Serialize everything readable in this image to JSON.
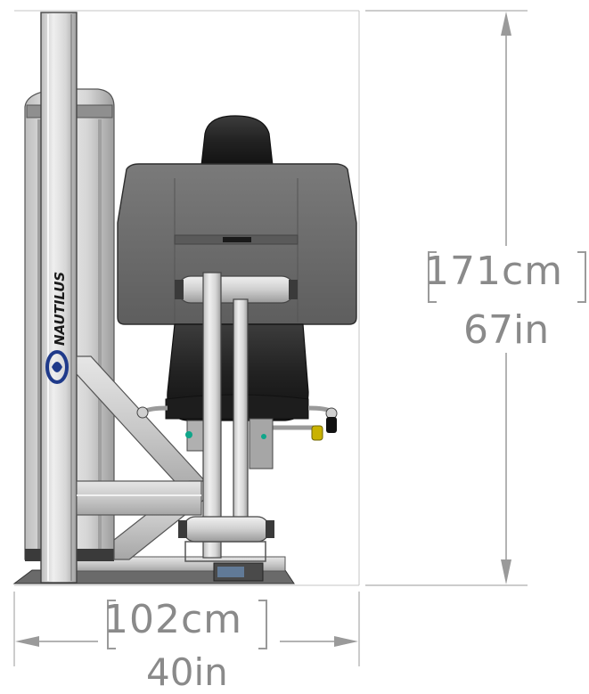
{
  "dimensions": {
    "height": {
      "metric": "171cm",
      "imperial": "67in"
    },
    "width": {
      "metric": "102cm",
      "imperial": "40in"
    }
  },
  "brand": {
    "logo_text": "NAUTILUS"
  },
  "colors": {
    "frame_light": "#d8d8d8",
    "frame_mid": "#b5b5b5",
    "frame_dark": "#777777",
    "pad_dark": "#2a2a2a",
    "pad_gray": "#6e6e6e",
    "dimension_line": "#9a9a9a",
    "logo_blue": "#1f3a8a"
  }
}
